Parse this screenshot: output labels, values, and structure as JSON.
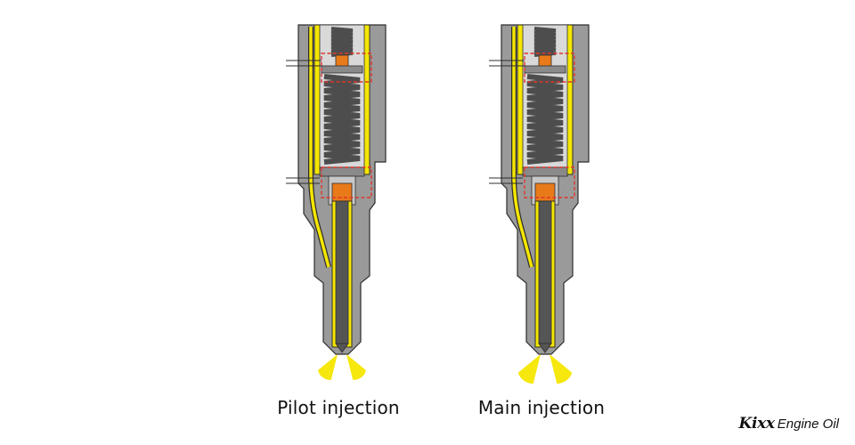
{
  "colors": {
    "body": "#9a9a9a",
    "body_dark": "#7f7f7f",
    "fuel": "#f5e600",
    "spring": "#4d4d4d",
    "needle": "#555555",
    "seat": "#e87a1a",
    "valve_box": "#e0362b",
    "outline": "#2e2e2e"
  },
  "icons": {
    "fuel_spray": "spray-plume-icon"
  },
  "injectors": [
    {
      "caption": "Pilot injection",
      "spray": "small"
    },
    {
      "caption": "Main injection",
      "spray": "large"
    }
  ],
  "logo": {
    "brand": "Kixx",
    "text": "Engine Oil"
  }
}
